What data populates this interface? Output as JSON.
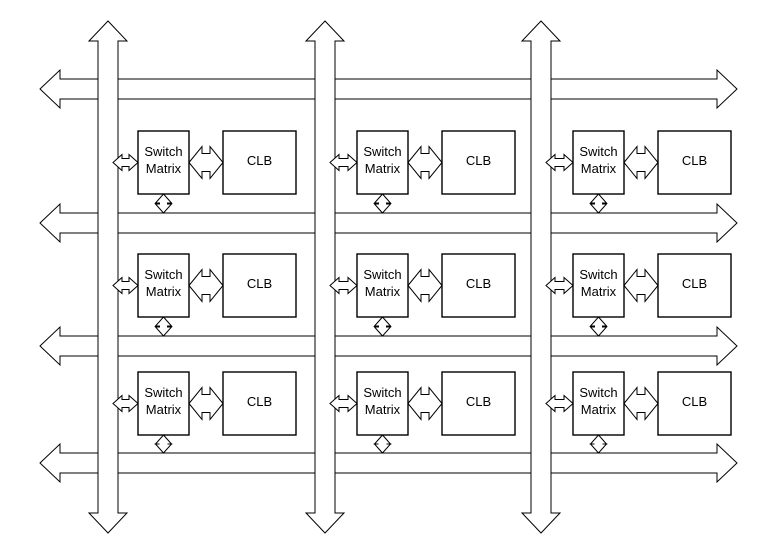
{
  "diagram": {
    "switch_label_line1": "Switch",
    "switch_label_line2": "Matrix",
    "clb_label": "CLB",
    "rows": 3,
    "cols": 3
  },
  "colors": {
    "stroke": "#000000",
    "fill": "#ffffff",
    "background": "#ffffff"
  }
}
